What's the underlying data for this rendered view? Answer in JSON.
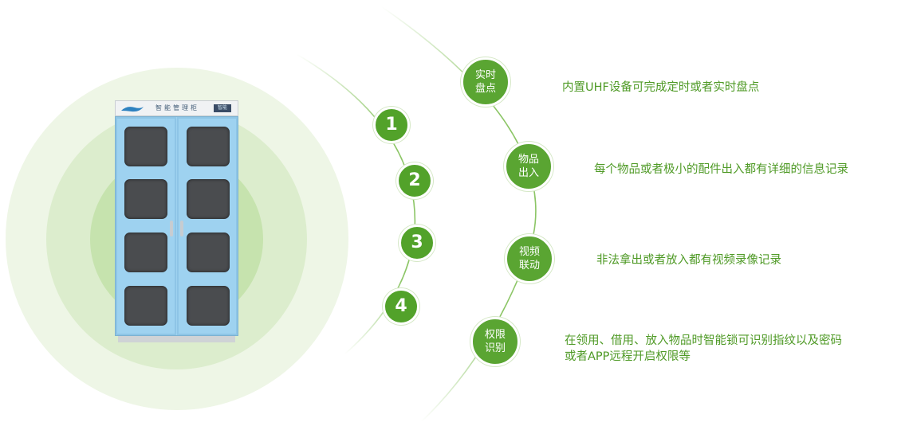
{
  "cabinet": {
    "title": "智能管理柜",
    "badge": "智能"
  },
  "steps": [
    "1",
    "2",
    "3",
    "4"
  ],
  "features": [
    {
      "line1": "实时",
      "line2": "盘点",
      "desc_lines": [
        "内置UHF设备可完成定时或者实时盘点"
      ]
    },
    {
      "line1": "物品",
      "line2": "出入",
      "desc_lines": [
        "每个物品或者极小的配件出入都有详细的信息记录"
      ]
    },
    {
      "line1": "视频",
      "line2": "联动",
      "desc_lines": [
        "非法拿出或者放入都有视频录像记录"
      ]
    },
    {
      "line1": "权限",
      "line2": "识别",
      "desc_lines": [
        "在领用、借用、放入物品时智能锁可识别指纹以及密码",
        "或者APP远程开启权限等"
      ]
    }
  ],
  "colors": {
    "accent": "#52a22a",
    "text_green": "#4f9a26",
    "cabinet_blue": "#9ed2f0"
  }
}
